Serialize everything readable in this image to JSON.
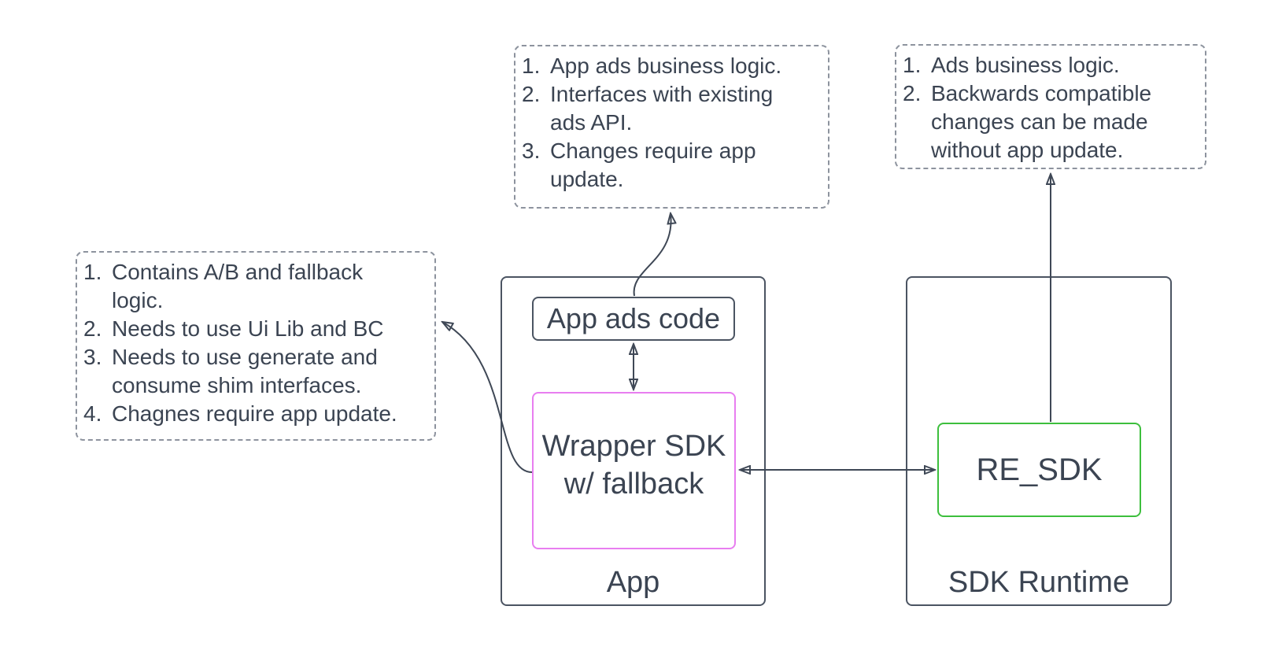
{
  "diagram": {
    "colors": {
      "stroke_dark": "#3f4856",
      "text": "#3b4452",
      "dashed_border": "#8d939e",
      "wrapper_sdk_border": "#e87ef0",
      "re_sdk_border": "#3dbf3d",
      "background": "#ffffff"
    },
    "notes": {
      "app_ads": {
        "items": [
          {
            "num": "1.",
            "text": "App ads business logic."
          },
          {
            "num": "2.",
            "text": "Interfaces with existing\nads API."
          },
          {
            "num": "3.",
            "text": "Changes require app\nupdate."
          }
        ]
      },
      "re_sdk": {
        "items": [
          {
            "num": "1.",
            "text": "Ads business logic."
          },
          {
            "num": "2.",
            "text": "Backwards compatible\nchanges can be made\nwithout app update."
          }
        ]
      },
      "wrapper_sdk": {
        "items": [
          {
            "num": "1.",
            "text": "Contains A/B and fallback\nlogic."
          },
          {
            "num": "2.",
            "text": "Needs to use Ui Lib and BC"
          },
          {
            "num": "3.",
            "text": "Needs to use generate and\nconsume shim interfaces."
          },
          {
            "num": "4.",
            "text": "Chagnes require app update."
          }
        ]
      }
    },
    "nodes": {
      "app_container": {
        "label": "App"
      },
      "app_ads_code": {
        "label": "App ads code"
      },
      "wrapper_sdk": {
        "label": "Wrapper SDK\nw/ fallback"
      },
      "sdk_runtime_container": {
        "label": "SDK Runtime"
      },
      "re_sdk": {
        "label": "RE_SDK"
      }
    },
    "edges": [
      {
        "from": "wrapper_sdk",
        "to": "wrapper_sdk_note",
        "arrowheads": "end"
      },
      {
        "from": "app_ads_code",
        "to": "app_ads_note",
        "arrowheads": "end"
      },
      {
        "from": "re_sdk",
        "to": "re_sdk_note",
        "arrowheads": "end"
      },
      {
        "from": "app_ads_code",
        "to": "wrapper_sdk",
        "arrowheads": "both"
      },
      {
        "from": "wrapper_sdk",
        "to": "re_sdk",
        "arrowheads": "both"
      }
    ]
  }
}
